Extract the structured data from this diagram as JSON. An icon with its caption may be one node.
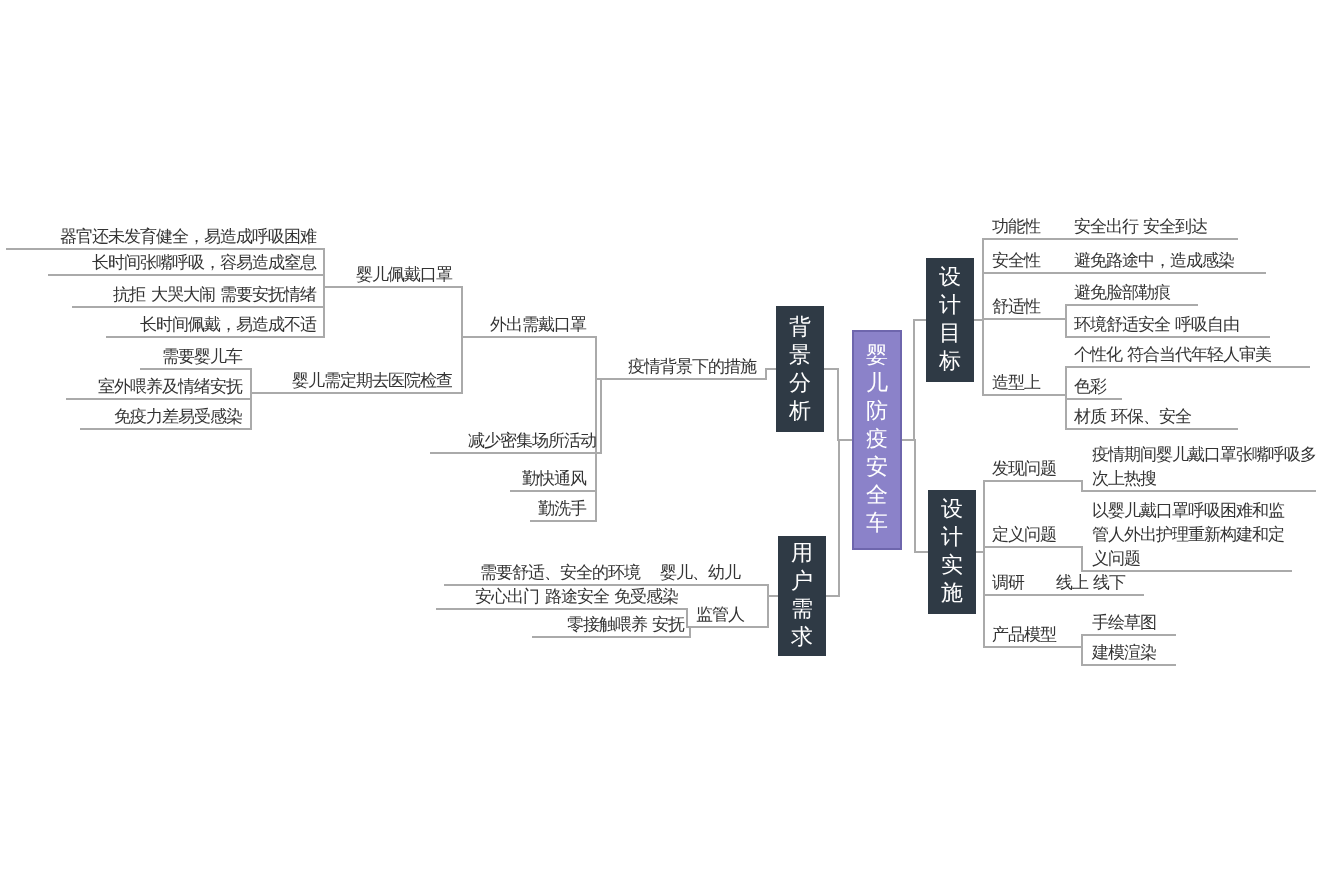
{
  "diagram": {
    "nodes": [
      {
        "text": [
          "婴儿防疫安全车"
        ]
      },
      {
        "text": [
          "背景分析"
        ]
      },
      {
        "text": [
          "用户需求"
        ]
      },
      {
        "text": [
          "设计目标"
        ]
      },
      {
        "text": [
          "设计实施"
        ]
      },
      {
        "text": [
          "疫情背景下的措施"
        ]
      },
      {
        "text": [
          "外出需戴口罩"
        ]
      },
      {
        "text": [
          "减少密集场所活动"
        ]
      },
      {
        "text": [
          "勤快通风"
        ]
      },
      {
        "text": [
          "勤洗手"
        ]
      },
      {
        "text": [
          "婴儿佩戴口罩"
        ]
      },
      {
        "text": [
          "婴儿需定期去医院检查"
        ]
      },
      {
        "text": [
          "器官还未发育健全，易造成呼吸困难"
        ]
      },
      {
        "text": [
          "长时间张嘴呼吸，容易造成窒息"
        ]
      },
      {
        "text": [
          "抗拒 大哭大闹 需要安抚情绪"
        ]
      },
      {
        "text": [
          "长时间佩戴，易造成不适"
        ]
      },
      {
        "text": [
          "需要婴儿车"
        ]
      },
      {
        "text": [
          "室外喂养及情绪安抚"
        ]
      },
      {
        "text": [
          "免疫力差易受感染"
        ]
      },
      {
        "text": [
          "婴儿、幼儿"
        ]
      },
      {
        "text": [
          "监管人"
        ]
      },
      {
        "text": [
          "需要舒适、安全的环境"
        ]
      },
      {
        "text": [
          "安心出门 路途安全 免受感染"
        ]
      },
      {
        "text": [
          "零接触喂养 安抚"
        ]
      },
      {
        "text": [
          "功能性"
        ]
      },
      {
        "text": [
          "安全性"
        ]
      },
      {
        "text": [
          "舒适性"
        ]
      },
      {
        "text": [
          "造型上"
        ]
      },
      {
        "text": [
          "安全出行 安全到达"
        ]
      },
      {
        "text": [
          "避免路途中，造成感染"
        ]
      },
      {
        "text": [
          "避免脸部勒痕"
        ]
      },
      {
        "text": [
          "环境舒适安全 呼吸自由"
        ]
      },
      {
        "text": [
          "个性化 符合当代年轻人审美"
        ]
      },
      {
        "text": [
          "色彩"
        ]
      },
      {
        "text": [
          "材质    环保、安全"
        ]
      },
      {
        "text": [
          "发现问题"
        ]
      },
      {
        "text": [
          "定义问题"
        ]
      },
      {
        "text": [
          "调研"
        ]
      },
      {
        "text": [
          "产品模型"
        ]
      },
      {
        "text": [
          "疫情期间婴儿戴口罩张嘴呼吸多次上热搜"
        ]
      },
      {
        "text": [
          "以婴儿戴口罩呼吸困难和监管人外出护理重新构建和定义问题"
        ]
      },
      {
        "text": [
          "线上 线下"
        ]
      },
      {
        "text": [
          "手绘草图"
        ]
      },
      {
        "text": [
          "建模渲染"
        ]
      }
    ],
    "edges": [
      {
        "from": 0,
        "to": 1,
        "arrow": "none"
      },
      {
        "from": 0,
        "to": 2,
        "arrow": "none"
      },
      {
        "from": 0,
        "to": 3,
        "arrow": "none"
      },
      {
        "from": 0,
        "to": 4,
        "arrow": "none"
      },
      {
        "from": 1,
        "to": 5,
        "arrow": "none"
      },
      {
        "from": 5,
        "to": 6,
        "arrow": "none"
      },
      {
        "from": 5,
        "to": 7,
        "arrow": "none"
      },
      {
        "from": 5,
        "to": 8,
        "arrow": "none"
      },
      {
        "from": 5,
        "to": 9,
        "arrow": "none"
      },
      {
        "from": 6,
        "to": 10,
        "arrow": "none"
      },
      {
        "from": 6,
        "to": 11,
        "arrow": "none"
      },
      {
        "from": 10,
        "to": 12,
        "arrow": "none"
      },
      {
        "from": 10,
        "to": 13,
        "arrow": "none"
      },
      {
        "from": 10,
        "to": 14,
        "arrow": "none"
      },
      {
        "from": 10,
        "to": 15,
        "arrow": "none"
      },
      {
        "from": 11,
        "to": 16,
        "arrow": "none"
      },
      {
        "from": 11,
        "to": 17,
        "arrow": "none"
      },
      {
        "from": 11,
        "to": 18,
        "arrow": "none"
      },
      {
        "from": 2,
        "to": 19,
        "arrow": "none"
      },
      {
        "from": 2,
        "to": 20,
        "arrow": "none"
      },
      {
        "from": 19,
        "to": 21,
        "arrow": "none"
      },
      {
        "from": 20,
        "to": 22,
        "arrow": "none"
      },
      {
        "from": 20,
        "to": 23,
        "arrow": "none"
      },
      {
        "from": 3,
        "to": 24,
        "arrow": "none"
      },
      {
        "from": 3,
        "to": 25,
        "arrow": "none"
      },
      {
        "from": 3,
        "to": 26,
        "arrow": "none"
      },
      {
        "from": 3,
        "to": 27,
        "arrow": "none"
      },
      {
        "from": 24,
        "to": 28,
        "arrow": "none"
      },
      {
        "from": 25,
        "to": 29,
        "arrow": "none"
      },
      {
        "from": 26,
        "to": 30,
        "arrow": "none"
      },
      {
        "from": 26,
        "to": 31,
        "arrow": "none"
      },
      {
        "from": 27,
        "to": 32,
        "arrow": "none"
      },
      {
        "from": 27,
        "to": 33,
        "arrow": "none"
      },
      {
        "from": 27,
        "to": 34,
        "arrow": "none"
      },
      {
        "from": 4,
        "to": 35,
        "arrow": "none"
      },
      {
        "from": 4,
        "to": 36,
        "arrow": "none"
      },
      {
        "from": 4,
        "to": 37,
        "arrow": "none"
      },
      {
        "from": 4,
        "to": 38,
        "arrow": "none"
      },
      {
        "from": 35,
        "to": 39,
        "arrow": "none"
      },
      {
        "from": 36,
        "to": 40,
        "arrow": "none"
      },
      {
        "from": 37,
        "to": 41,
        "arrow": "none"
      },
      {
        "from": 38,
        "to": 42,
        "arrow": "none"
      },
      {
        "from": 38,
        "to": 43,
        "arrow": "none"
      }
    ]
  }
}
